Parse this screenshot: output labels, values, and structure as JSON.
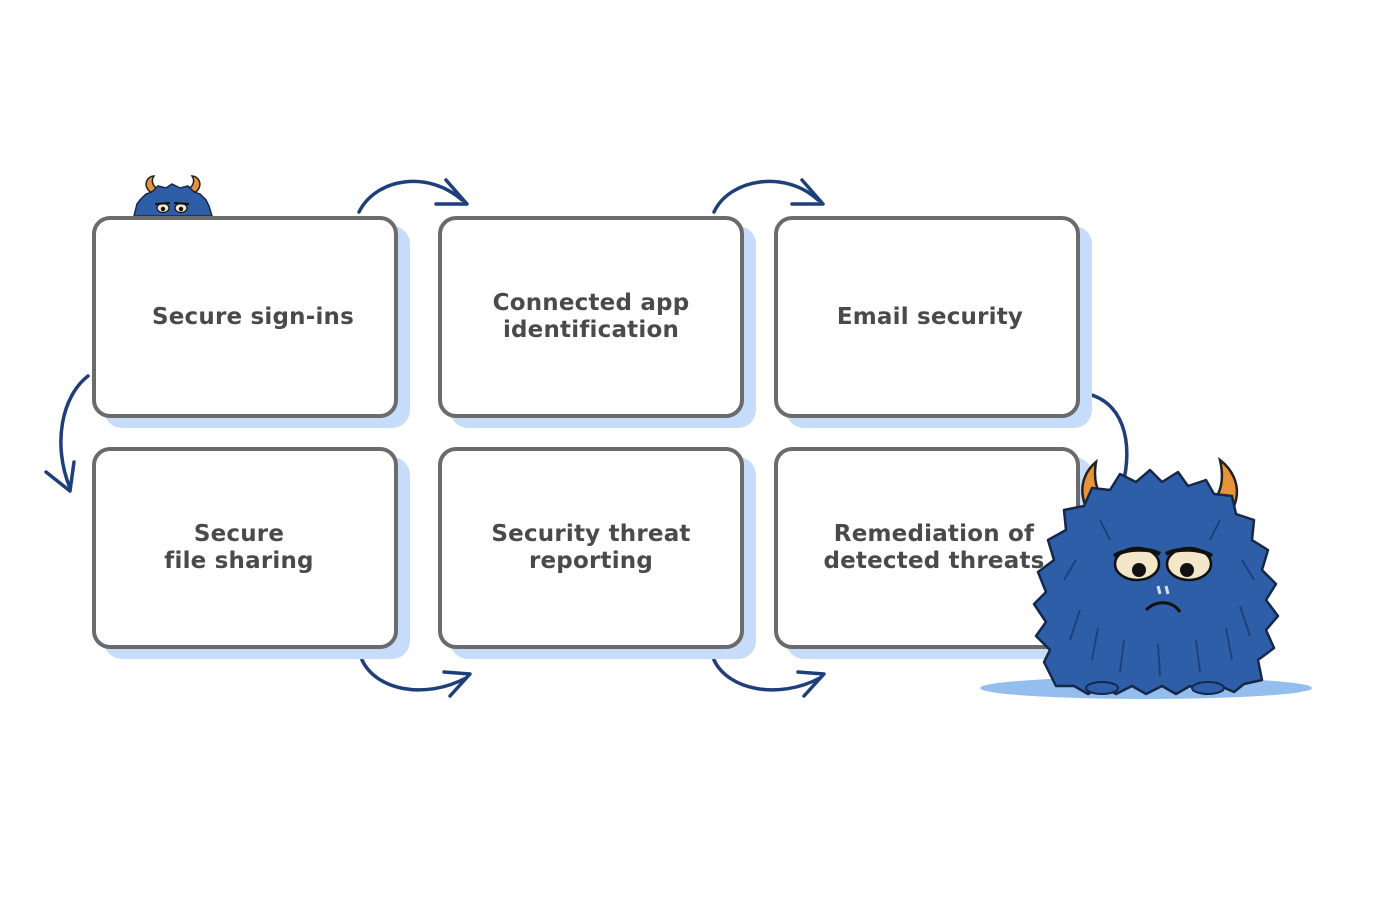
{
  "steps": [
    {
      "label": "Secure sign-ins"
    },
    {
      "label": "Connected app\nidentification"
    },
    {
      "label": "Email security"
    },
    {
      "label": "Secure\nfile sharing"
    },
    {
      "label": "Security threat\nreporting"
    },
    {
      "label": "Remediation of\ndetected threats"
    }
  ],
  "colors": {
    "card_border": "#6b6b6b",
    "card_shadow": "#c7dcfb",
    "text": "#4a4a4a",
    "arrow": "#1f3f7a",
    "monster_fur": "#2f5ea8",
    "monster_horn": "#e8923a"
  },
  "illustrations": [
    "blue-fuzzy-monster-peeking",
    "blue-fuzzy-monster-grumpy"
  ]
}
